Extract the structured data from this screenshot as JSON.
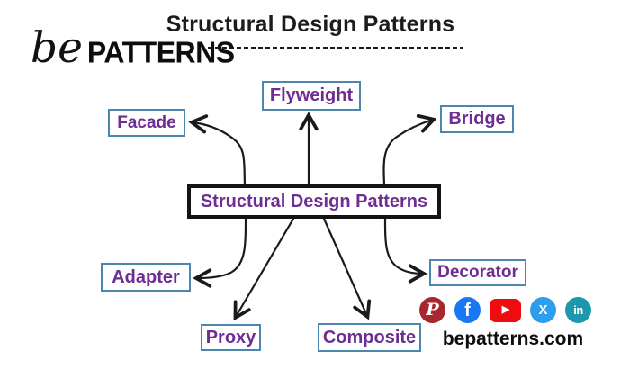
{
  "header": {
    "title": "Structural Design Patterns",
    "logo_script": "be",
    "logo_text": "PATTERNS"
  },
  "diagram": {
    "center_label": "Structural Design Patterns",
    "nodes": {
      "flyweight": "Flyweight",
      "facade": "Facade",
      "bridge": "Bridge",
      "adapter": "Adapter",
      "proxy": "Proxy",
      "composite": "Composite",
      "decorator": "Decorator"
    }
  },
  "footer": {
    "website": "bepatterns.com",
    "social_icons": [
      {
        "name": "pinterest-icon",
        "glyph": "P",
        "color": "#a8262f"
      },
      {
        "name": "facebook-icon",
        "glyph": "f",
        "color": "#1877f2"
      },
      {
        "name": "youtube-icon",
        "glyph": "▶",
        "color": "#ef0b10"
      },
      {
        "name": "x-icon",
        "glyph": "X",
        "color": "#2d9ded"
      },
      {
        "name": "linkedin-icon",
        "glyph": "in",
        "color": "#1b98ac"
      }
    ]
  },
  "colors": {
    "node_border": "#4a86ad",
    "node_text": "#6e2d91",
    "arrow": "#1a1a1a"
  }
}
